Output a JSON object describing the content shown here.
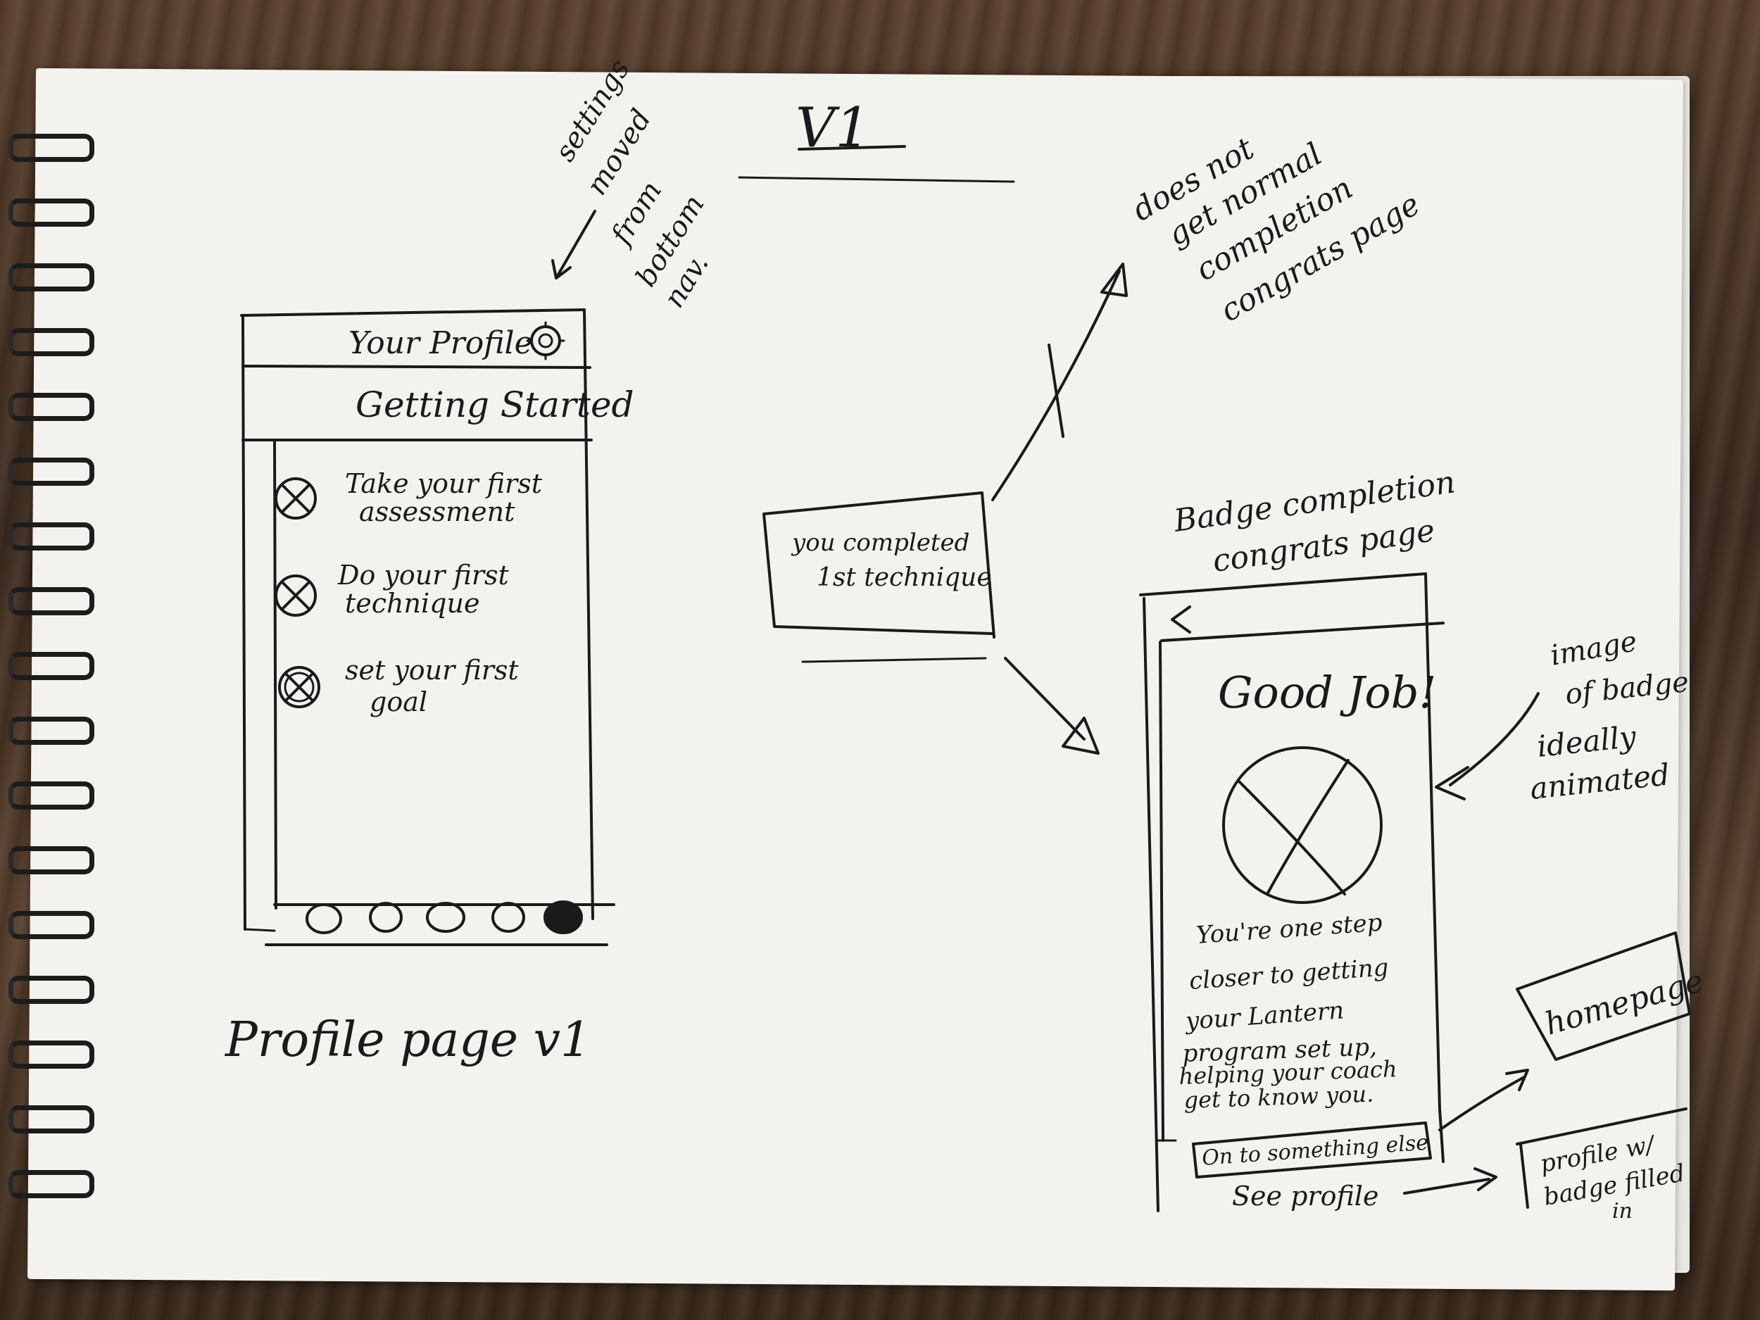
{
  "title": "V1",
  "notes": {
    "settings_moved": [
      "settings",
      "moved",
      "from",
      "bottom",
      "nav."
    ],
    "no_normal_congrats": [
      "does not",
      "get normal",
      "completion",
      "congrats page"
    ],
    "badge_completion_title": [
      "Badge completion",
      "congrats page"
    ],
    "image_of_badge": [
      "image",
      "of badge",
      "ideally",
      "animated"
    ],
    "profile_caption": "Profile page v1"
  },
  "profile_screen": {
    "header_title": "Your Profile",
    "section_title": "Getting Started",
    "checklist": [
      {
        "line1": "Take your first",
        "line2": "assessment"
      },
      {
        "line1": "Do your first",
        "line2": "technique"
      },
      {
        "line1": "set your first",
        "line2": "goal"
      }
    ],
    "nav_dots": 5,
    "nav_active_index": 4
  },
  "toast": {
    "line1": "you completed",
    "line2": "1st technique"
  },
  "badge_screen": {
    "back": "<",
    "heading": "Good Job!",
    "message": [
      "You're one step",
      "closer to getting",
      "your Lantern",
      "program set up,",
      "helping your coach",
      "get to know you."
    ],
    "cta_button": "On to something else",
    "see_profile_link": "See profile"
  },
  "destinations": {
    "homepage": "homepage",
    "profile_badge": [
      "profile w/",
      "badge filled",
      "in"
    ]
  }
}
